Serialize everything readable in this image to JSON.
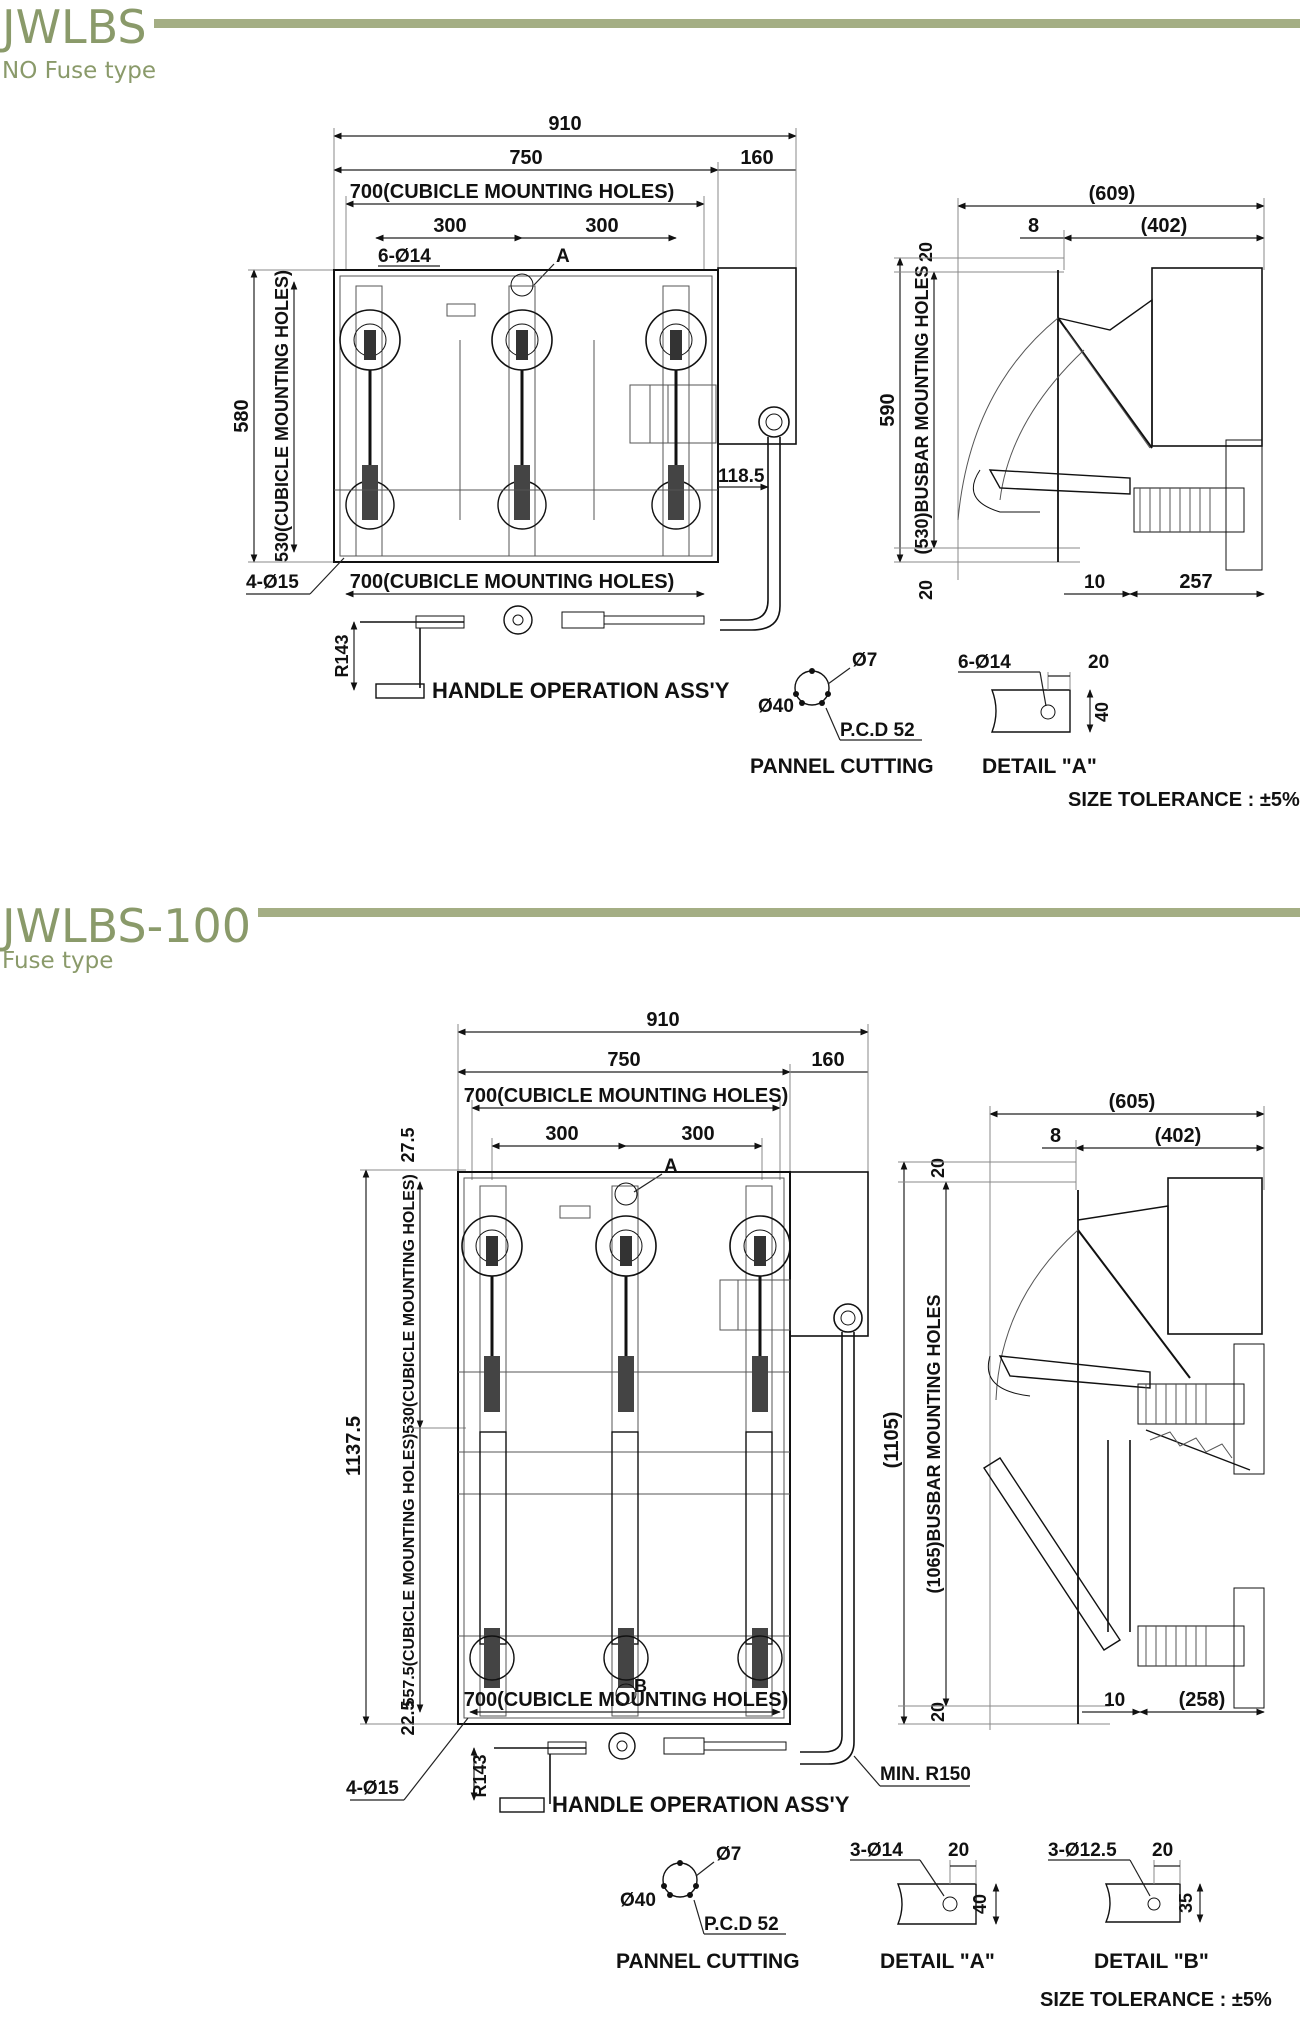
{
  "sections": [
    {
      "title": "JWLBS",
      "subtitle": "NO Fuse type",
      "front": {
        "overall_width": "910",
        "width_750": "750",
        "width_160": "160",
        "mounting_top": "700(CUBICLE MOUNTING HOLES)",
        "pitch_left": "300",
        "pitch_right": "300",
        "holes_top": "6-Ø14",
        "marker_a": "A",
        "height_580": "580",
        "mounting_side": "530(CUBICLE MOUNTING HOLES)",
        "offset_118": "118.5",
        "holes_bottom": "4-Ø15",
        "mounting_bottom": "700(CUBICLE MOUNTING HOLES)"
      },
      "side": {
        "depth": "(609)",
        "depth_inner": "(402)",
        "offset_8": "8",
        "top_20": "20",
        "height": "590",
        "busbar": "(530)BUSBAR MOUNTING HOLES",
        "bottom_20": "20",
        "offset_10": "10",
        "depth_bottom": "257"
      },
      "handle": {
        "radius": "R143",
        "label": "HANDLE OPERATION ASS'Y"
      },
      "panel": {
        "hole": "Ø7",
        "dia": "Ø40",
        "pcd": "P.C.D 52",
        "label": "PANNEL CUTTING"
      },
      "details": [
        {
          "holes": "6-Ø14",
          "dim_w": "20",
          "dim_h": "40",
          "label": "DETAIL \"A\""
        }
      ],
      "tolerance": "SIZE TOLERANCE : ±5%"
    },
    {
      "title": "JWLBS-100",
      "subtitle": "Fuse type",
      "front": {
        "overall_width": "910",
        "width_750": "750",
        "width_160": "160",
        "mounting_top": "700(CUBICLE MOUNTING HOLES)",
        "pitch_left": "300",
        "pitch_right": "300",
        "marker_a": "A",
        "marker_b": "B",
        "top_27": "27.5",
        "height_1137": "1137.5",
        "mounting_side_upper": "530(CUBICLE MOUNTING HOLES)",
        "mounting_side_lower": "557.5(CUBICLE MOUNTING HOLES)",
        "bottom_22": "22.5",
        "holes_bottom": "4-Ø15",
        "mounting_bottom": "700(CUBICLE MOUNTING HOLES)",
        "min_radius": "MIN. R150"
      },
      "side": {
        "depth": "(605)",
        "depth_inner": "(402)",
        "offset_8": "8",
        "top_20": "20",
        "height": "(1105)",
        "busbar": "(1065)BUSBAR MOUNTING HOLES",
        "bottom_20": "20",
        "offset_10": "10",
        "depth_bottom": "(258)"
      },
      "handle": {
        "radius": "R143",
        "label": "HANDLE OPERATION ASS'Y"
      },
      "panel": {
        "hole": "Ø7",
        "dia": "Ø40",
        "pcd": "P.C.D 52",
        "label": "PANNEL CUTTING"
      },
      "details": [
        {
          "holes": "3-Ø14",
          "dim_w": "20",
          "dim_h": "40",
          "label": "DETAIL \"A\""
        },
        {
          "holes": "3-Ø12.5",
          "dim_w": "20",
          "dim_h": "35",
          "label": "DETAIL \"B\""
        }
      ],
      "tolerance": "SIZE TOLERANCE : ±5%"
    }
  ]
}
